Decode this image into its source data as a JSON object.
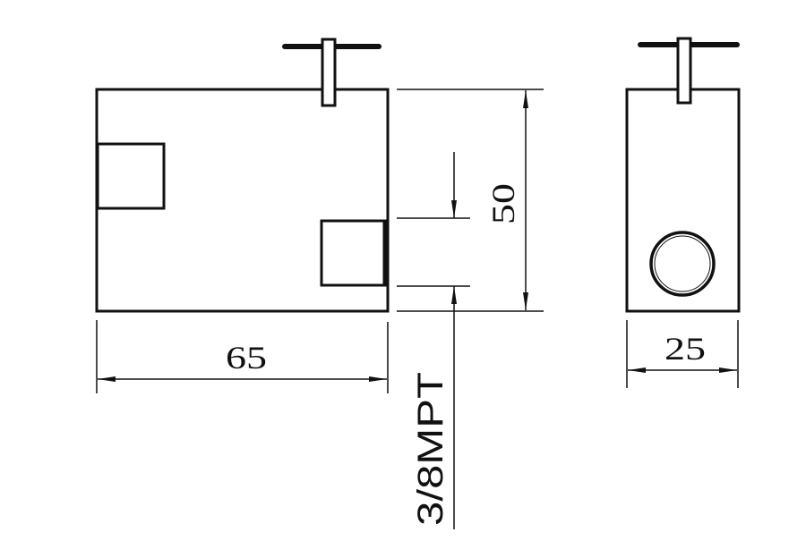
{
  "drawing": {
    "front_view": {
      "width_dimension": "65",
      "height_dimension": "50",
      "port_label": "3/8MPT"
    },
    "side_view": {
      "width_dimension": "25"
    },
    "line_color": "#111111"
  }
}
